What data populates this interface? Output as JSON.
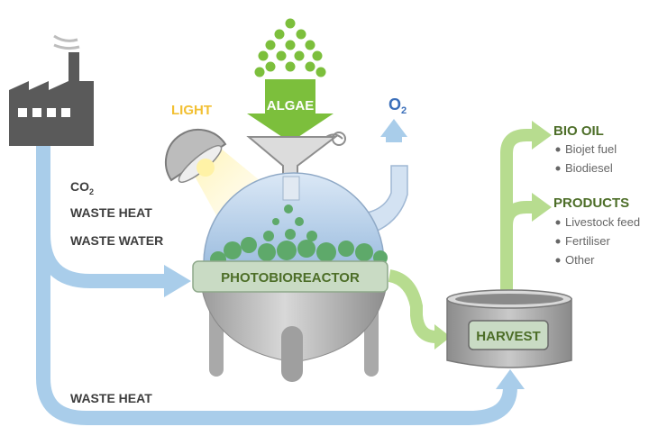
{
  "labels": {
    "light": "LIGHT",
    "algae": "ALGAE",
    "oxygen_main": "O",
    "oxygen_sub": "2",
    "co2_main": "CO",
    "co2_sub": "2",
    "waste_heat_1": "WASTE HEAT",
    "waste_water": "WASTE WATER",
    "waste_heat_2": "WASTE HEAT",
    "photobioreactor": "PHOTOBIOREACTOR",
    "harvest": "HARVEST"
  },
  "outputs": [
    {
      "title": "BIO OIL",
      "items": [
        "Biojet fuel",
        "Biodiesel"
      ]
    },
    {
      "title": "PRODUCTS",
      "items": [
        "Livestock feed",
        "Fertiliser",
        "Other"
      ]
    }
  ],
  "colors": {
    "co2_stream": "#a9cdea",
    "product_stream": "#b7dc8f",
    "algae_arrow": "#7cbf3c",
    "label_olive": "#4d6e28",
    "light_label": "#f2c033",
    "oxygen": "#3b6fba",
    "factory": "#5a5a5a",
    "reactor_glass": "#c4d8ee",
    "reactor_steel": "#b3b3b3"
  },
  "icons": [
    "factory-icon",
    "lamp-icon",
    "funnel-icon",
    "bullet-icon"
  ]
}
